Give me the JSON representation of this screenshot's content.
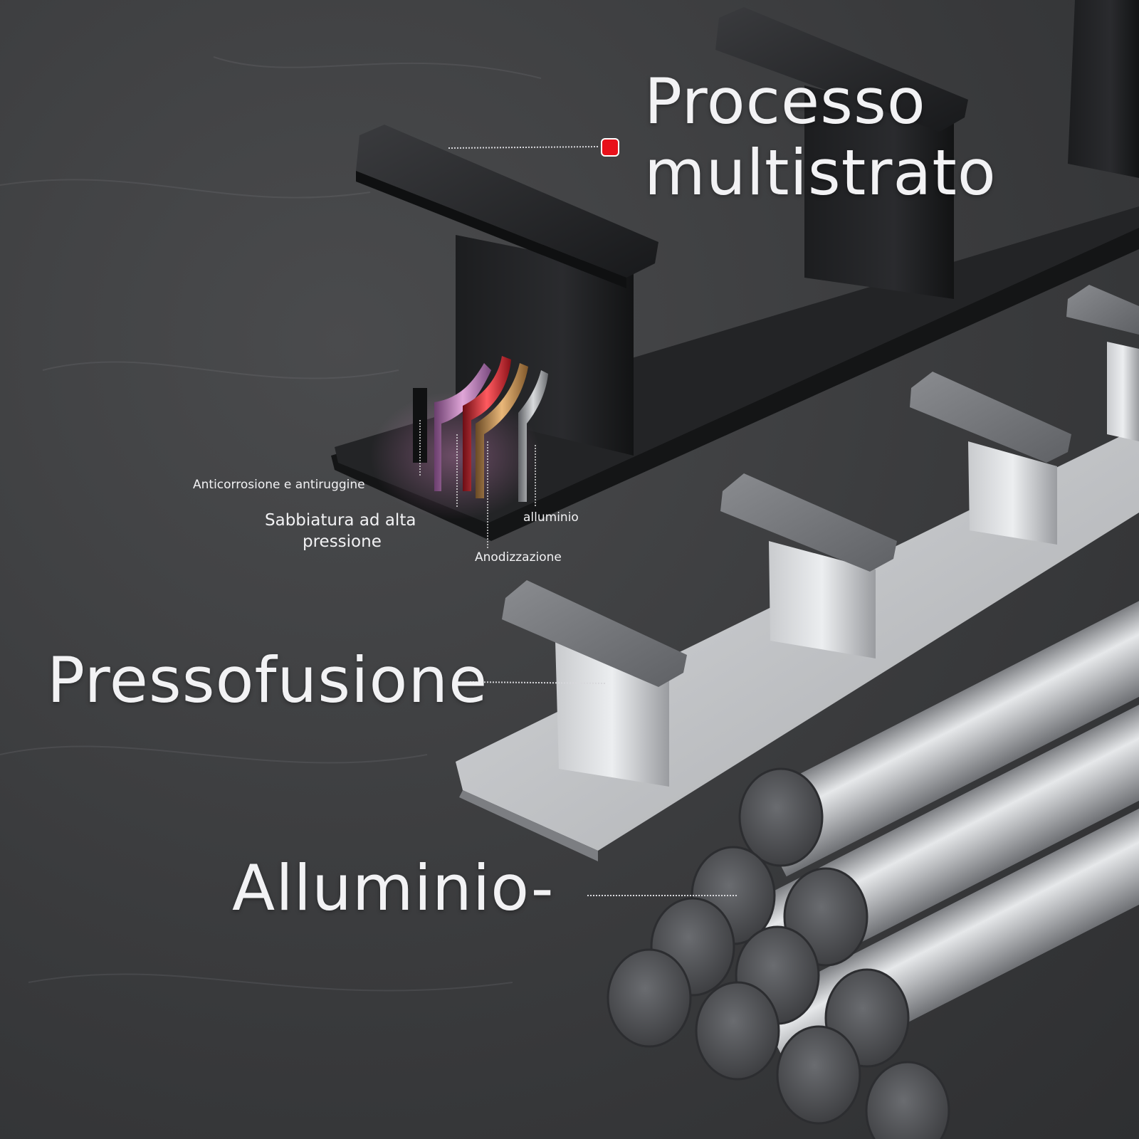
{
  "headline": {
    "line1": "Processo",
    "line2": "multistrato"
  },
  "process_labels": {
    "die_casting": "Pressofusione",
    "aluminium": "Alluminio-"
  },
  "layer_labels": {
    "anticorrosion": "Anticorrosione e antiruggine",
    "sandblasting_line1": "Sabbiatura ad alta",
    "sandblasting_line2": "pressione",
    "aluminium": "alluminio",
    "anodizing": "Anodizzazione"
  },
  "colors": {
    "accent_marker": "#e8101a",
    "text": "#f2f2f4",
    "background": "#3b3c3e"
  }
}
